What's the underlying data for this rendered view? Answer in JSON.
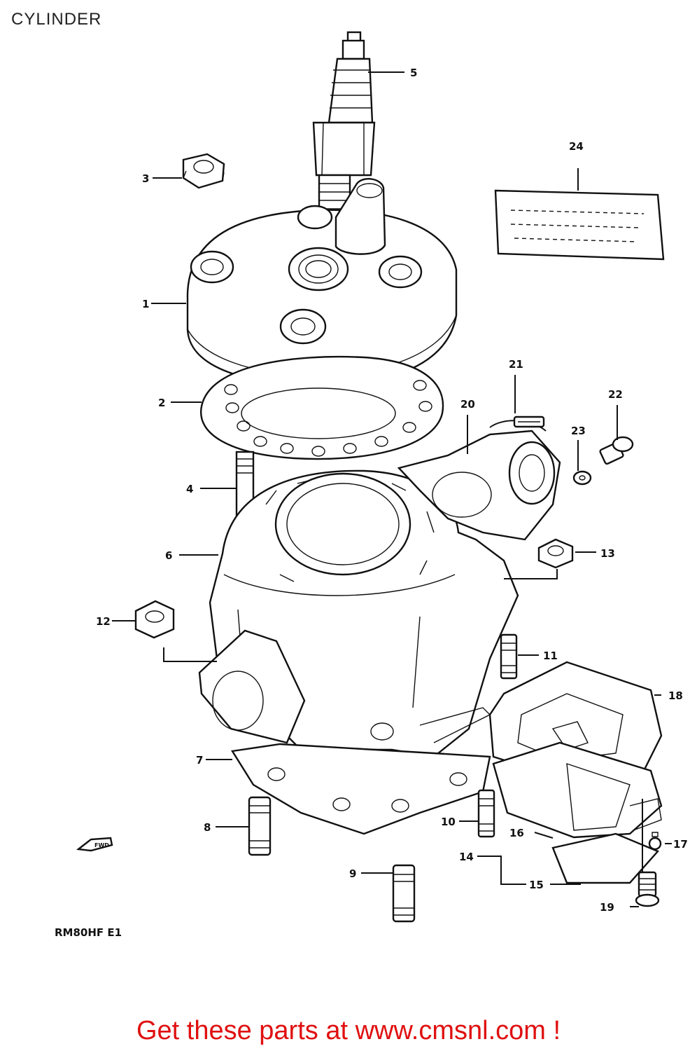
{
  "page": {
    "title": "CYLINDER",
    "model_code": "RM80HF E1",
    "fwd_marker": "FWD",
    "cta_text": "Get these parts at www.cmsnl.com !"
  },
  "parts": [
    {
      "id": "1",
      "label": "1"
    },
    {
      "id": "2",
      "label": "2"
    },
    {
      "id": "3",
      "label": "3"
    },
    {
      "id": "4",
      "label": "4"
    },
    {
      "id": "5",
      "label": "5"
    },
    {
      "id": "6",
      "label": "6"
    },
    {
      "id": "7",
      "label": "7"
    },
    {
      "id": "8",
      "label": "8"
    },
    {
      "id": "9",
      "label": "9"
    },
    {
      "id": "10",
      "label": "10"
    },
    {
      "id": "11",
      "label": "11"
    },
    {
      "id": "12",
      "label": "12"
    },
    {
      "id": "13",
      "label": "13"
    },
    {
      "id": "14",
      "label": "14"
    },
    {
      "id": "15",
      "label": "15"
    },
    {
      "id": "16",
      "label": "16"
    },
    {
      "id": "17",
      "label": "17"
    },
    {
      "id": "18",
      "label": "18"
    },
    {
      "id": "19",
      "label": "19"
    },
    {
      "id": "20",
      "label": "20"
    },
    {
      "id": "21",
      "label": "21"
    },
    {
      "id": "22",
      "label": "22"
    },
    {
      "id": "23",
      "label": "23"
    },
    {
      "id": "24",
      "label": "24"
    }
  ]
}
